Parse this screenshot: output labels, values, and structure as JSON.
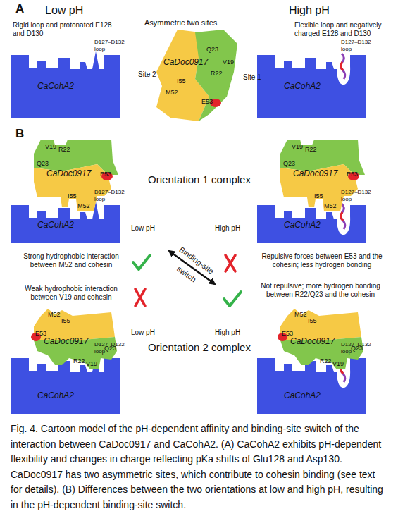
{
  "diagram": {
    "caption": "Fig. 4. Cartoon model of the pH-dependent affinity and binding-site switch of the interaction between CaDoc0917 and CaCohA2. (A) CaCohA2 exhibits pH-dependent flexibility and changes in charge reflecting pKa shifts of Glu128 and Asp130. CaDoc0917 has two asymmetric sites, which contribute to cohesin binding (see text for details). (B) Differences between the two orientations at low and high pH, resulting in the pH-dependent binding-site switch.",
    "nodes": [
      {
        "text": [
          "CaCohA2"
        ]
      },
      {
        "text": [
          "Q23",
          "V19",
          "R22",
          "CaDoc0917",
          "I55",
          "M52",
          "E53"
        ]
      },
      {
        "text": [
          "CaCohA2"
        ]
      },
      {
        "text": [
          "V19",
          "R22",
          "Q23",
          "CaDoc0917",
          "E53",
          "I55",
          "M52"
        ]
      },
      {
        "text": [
          "V19",
          "R22",
          "Q23",
          "CaDoc0917",
          "E53",
          "I55",
          "M52"
        ]
      },
      {
        "text": [
          "CaCohA2"
        ]
      },
      {
        "text": [
          "CaCohA2"
        ]
      },
      {
        "text": [
          "M52",
          "I55",
          "E53",
          "CaDoc0917",
          "Q23",
          "R22",
          "V19"
        ]
      },
      {
        "text": [
          "M52",
          "I55",
          "E53",
          "CaDoc0917",
          "Q23",
          "R22",
          "V19"
        ]
      },
      {
        "text": [
          "CaCohA2"
        ]
      },
      {
        "text": [
          "CaCohA2"
        ]
      }
    ],
    "labels": [
      "A",
      "Low pH",
      "High pH",
      "Rigid loop and protonated E128 and D130",
      "D127–D132 loop",
      "Asymmetric two sites",
      "Site 2",
      "Site 1",
      "Flexible loop and negatively charged E128 and D130",
      "D127–D132 loop",
      "B",
      "D127–D132 loop",
      "Orientation 1 complex",
      "D127–D132 loop",
      "Low pH",
      "High pH",
      "Strong hydrophobic interaction between M52 and cohesin",
      "Binding-site switch",
      "Repulsive forces between E53 and the cohesin; less hydrogen bonding",
      "Weak hydrophobic interaction between V19 and cohesin",
      "Not repulsive; more hydrogen bonding between R22/Q23 and the cohesin",
      "Low pH",
      "High pH",
      "D127–D132 loop",
      "Orientation 2 complex",
      "D127–D132 loop"
    ]
  }
}
